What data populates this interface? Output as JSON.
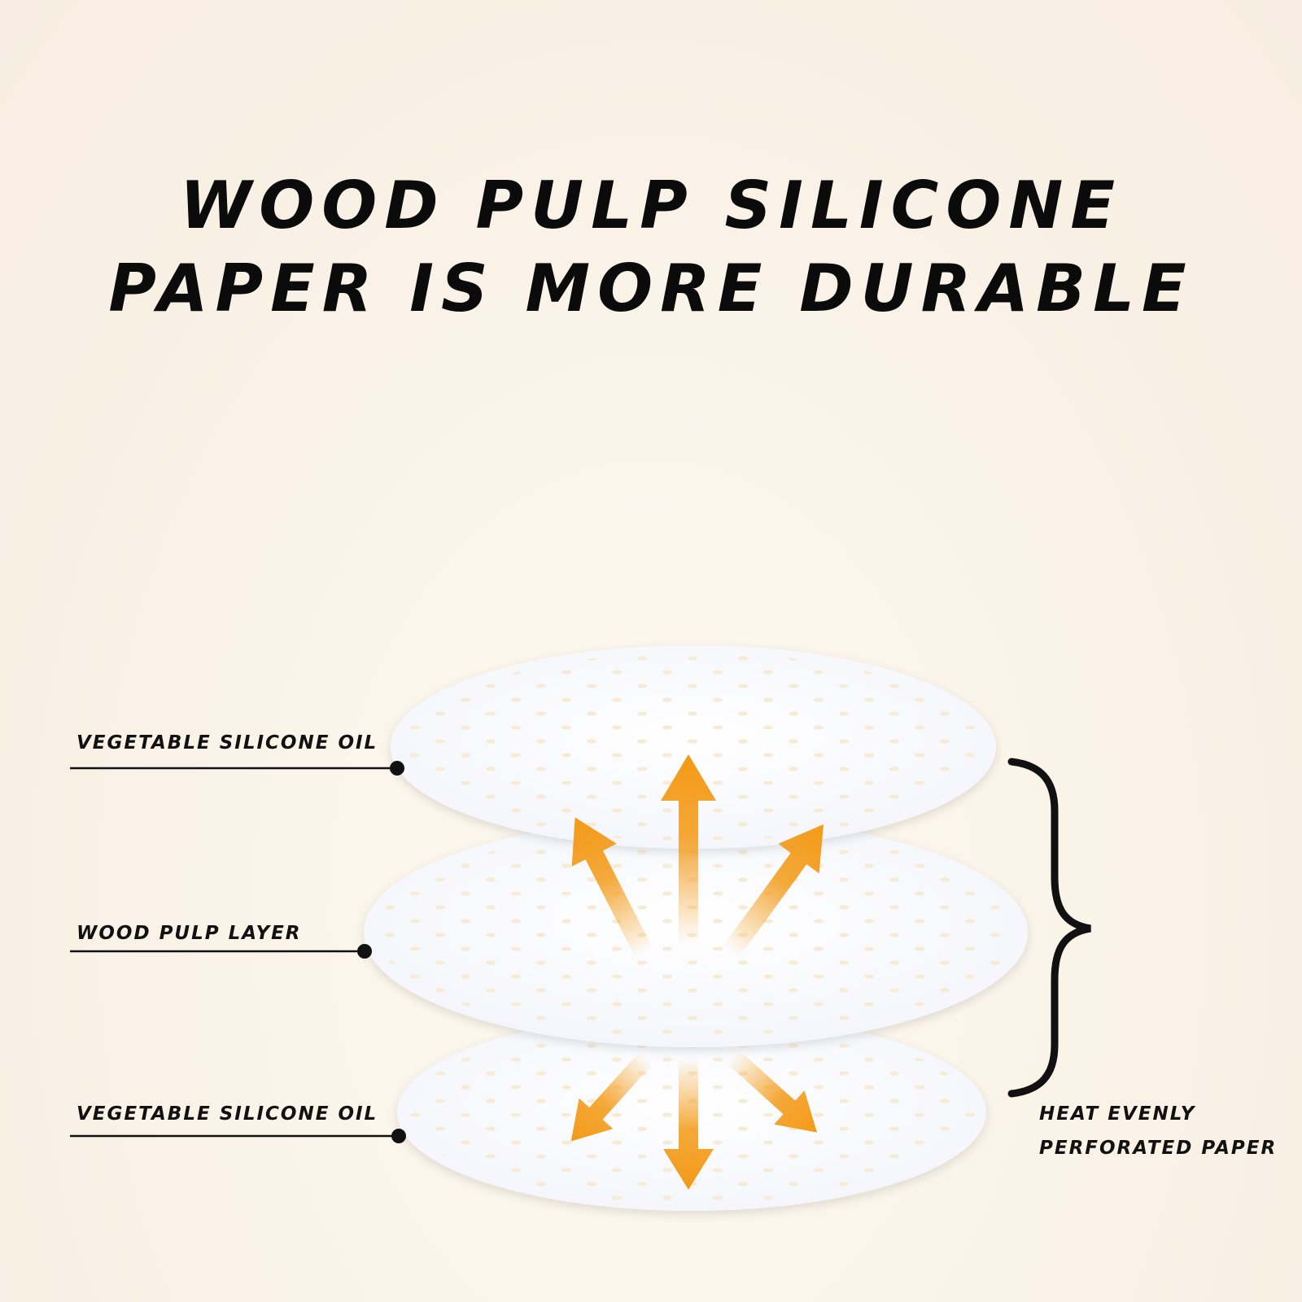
{
  "headline": {
    "line1": "WOOD PULP SILICONE",
    "line2": "PAPER IS MORE DURABLE"
  },
  "layers": {
    "top_label": "VEGETABLE SILICONE OIL",
    "middle_label": "WOOD PULP LAYER",
    "bottom_label": "VEGETABLE SILICONE OIL"
  },
  "bracket": {
    "line1": "HEAT EVENLY",
    "line2": "PERFORATED PAPER"
  },
  "colors": {
    "arrow": "#f39a17",
    "text": "#111111",
    "paper": "#fdfdfe"
  }
}
